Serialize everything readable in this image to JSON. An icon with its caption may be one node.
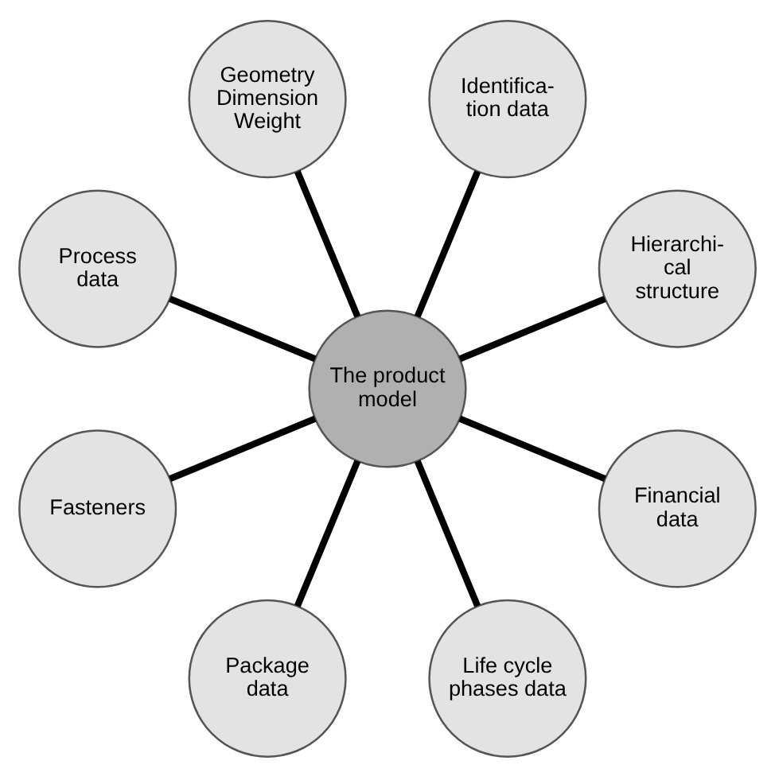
{
  "diagram": {
    "nodes": [
      {
        "text": [
          "The product model"
        ]
      },
      {
        "text": [
          "Hierarchi- cal structure"
        ]
      },
      {
        "text": [
          "Identifica- tion data"
        ]
      },
      {
        "text": [
          "Geometry Dimension Weight"
        ]
      },
      {
        "text": [
          "Process data"
        ]
      },
      {
        "text": [
          "Fasteners"
        ]
      },
      {
        "text": [
          "Package data"
        ]
      },
      {
        "text": [
          "Life cycle phases data"
        ]
      },
      {
        "text": [
          "Financial data"
        ]
      }
    ],
    "edges": [
      {
        "from": 0,
        "to": 1,
        "arrow": "none"
      },
      {
        "from": 0,
        "to": 2,
        "arrow": "none"
      },
      {
        "from": 0,
        "to": 3,
        "arrow": "none"
      },
      {
        "from": 0,
        "to": 4,
        "arrow": "none"
      },
      {
        "from": 0,
        "to": 5,
        "arrow": "none"
      },
      {
        "from": 0,
        "to": 6,
        "arrow": "none"
      },
      {
        "from": 0,
        "to": 7,
        "arrow": "none"
      },
      {
        "from": 0,
        "to": 8,
        "arrow": "none"
      }
    ]
  }
}
